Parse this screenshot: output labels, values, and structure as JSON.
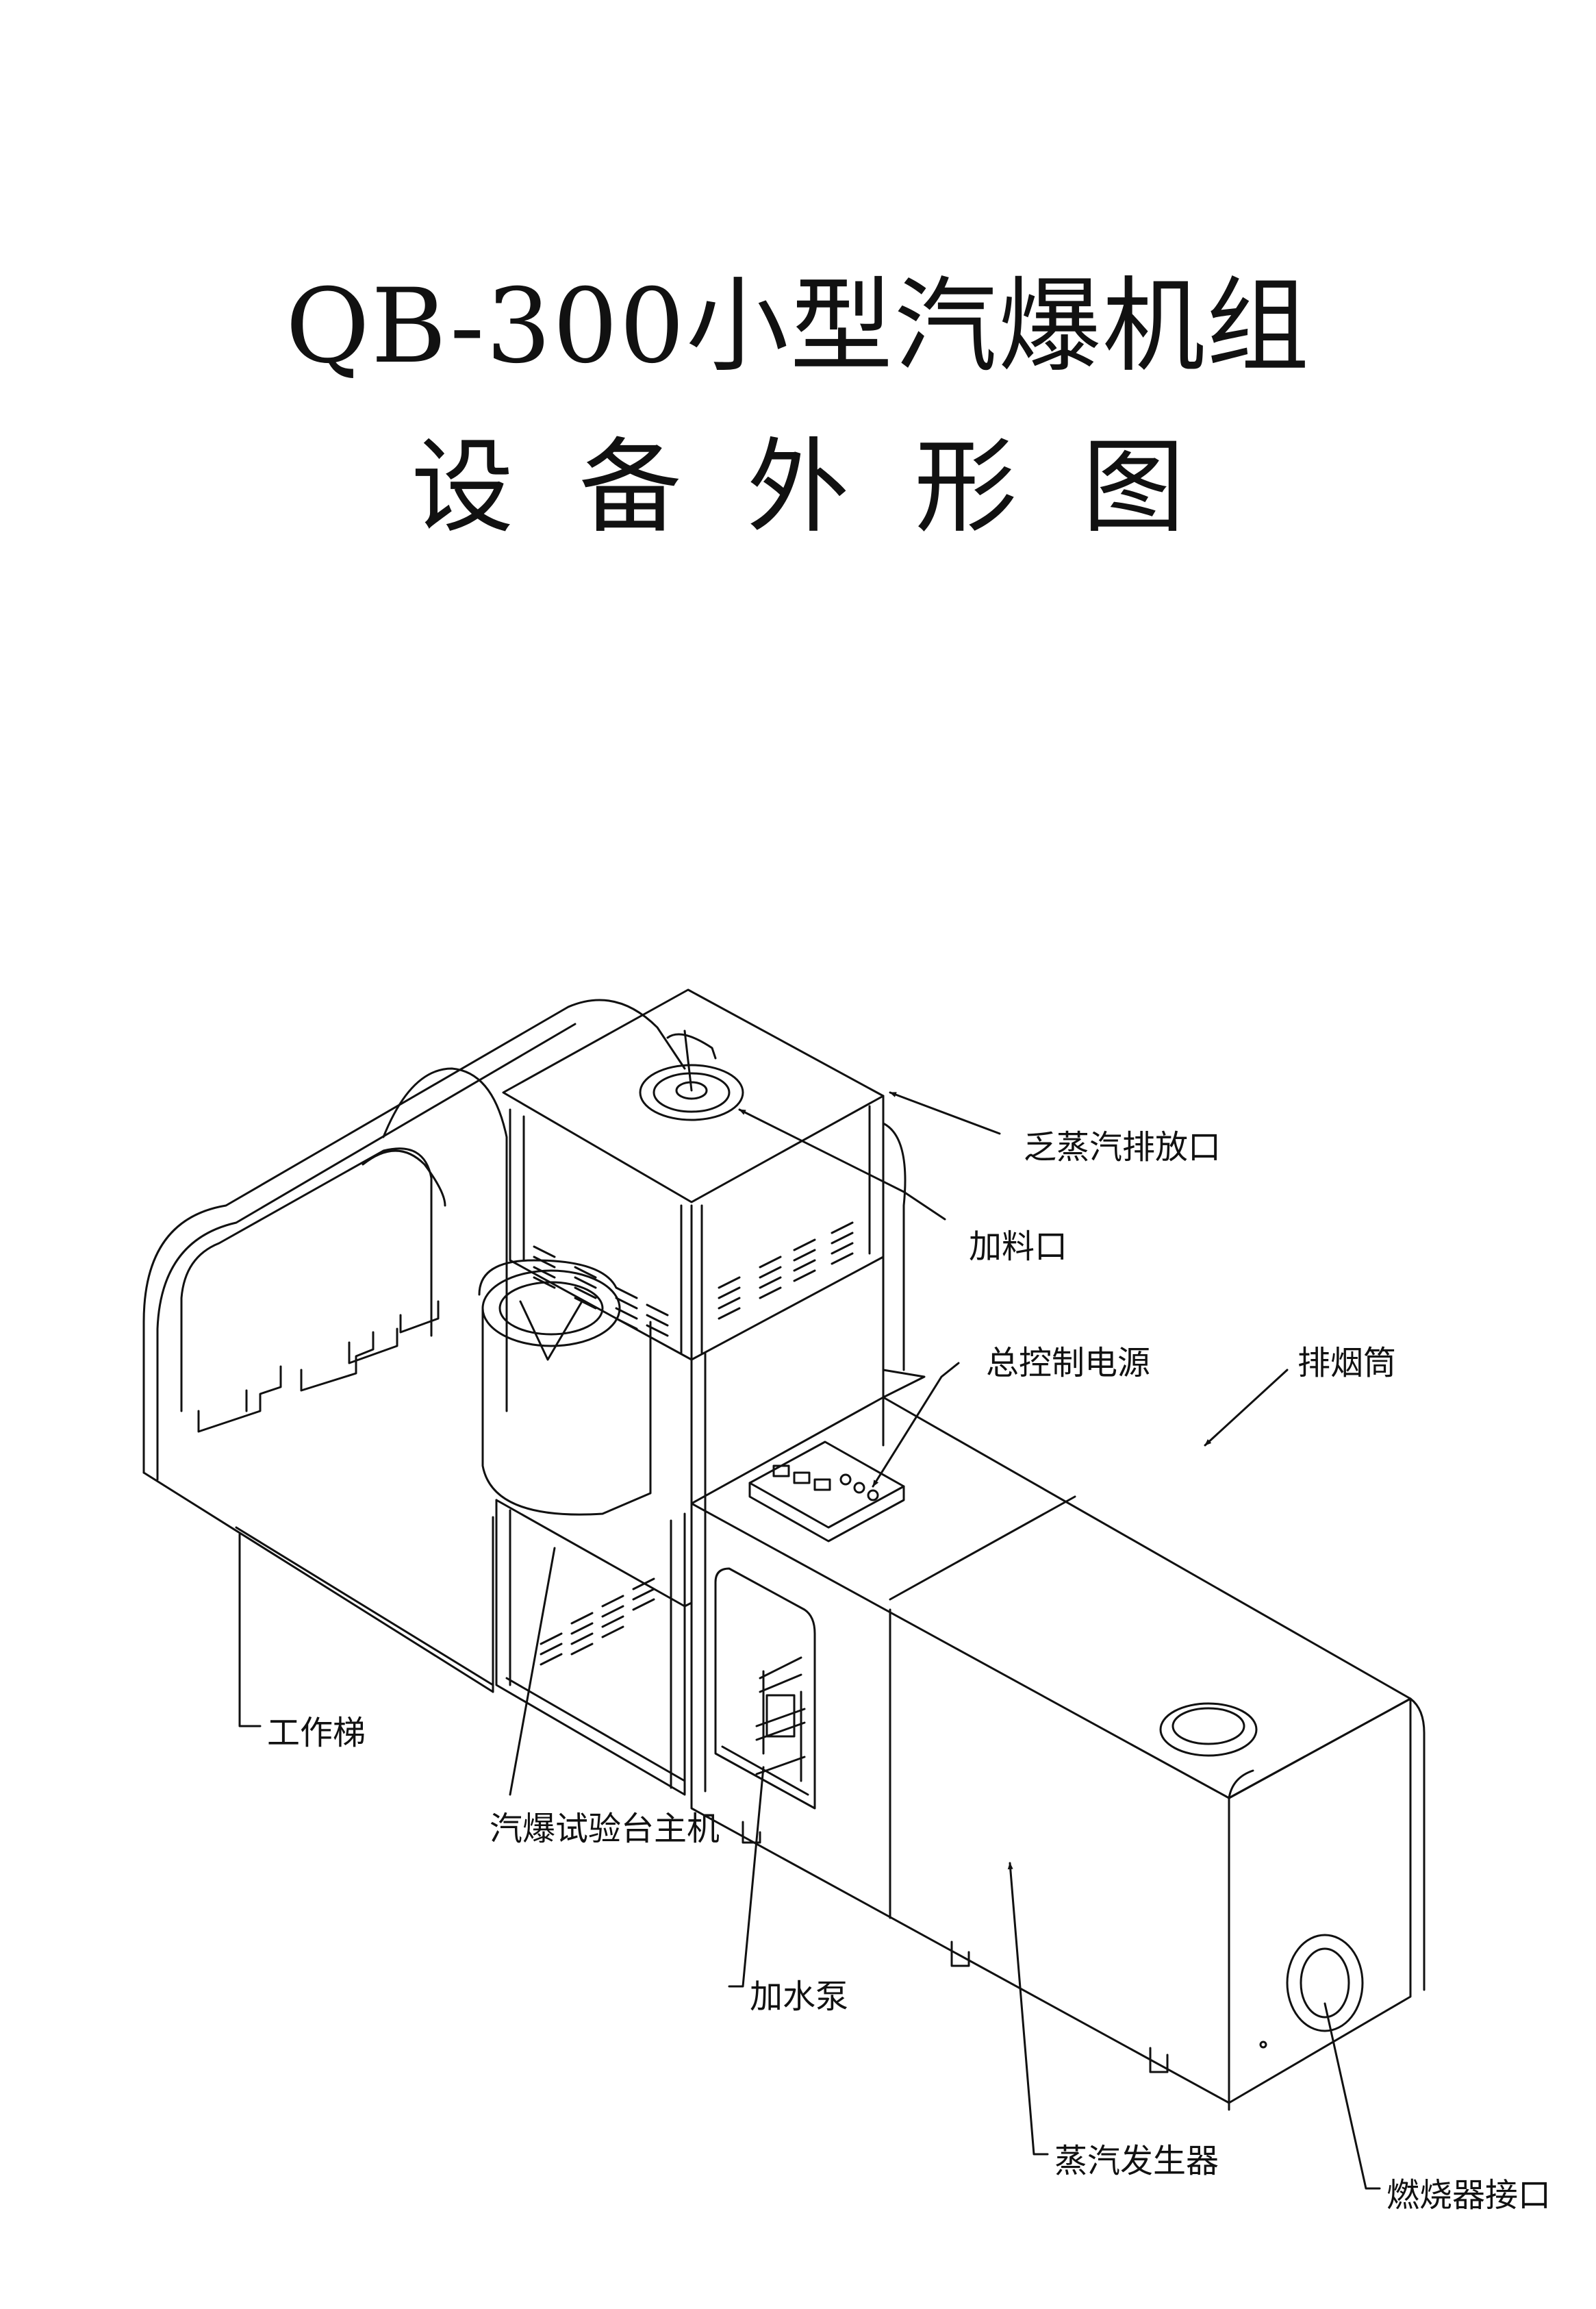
{
  "title": {
    "line1": "QB-300小型汽爆机组",
    "line2": "设备外形图"
  },
  "labels": {
    "exhaust_port": "乏蒸汽排放口",
    "feed_port": "加料口",
    "main_power": "总控制电源",
    "chimney": "排烟筒",
    "work_ladder": "工作梯",
    "test_bench_host": "汽爆试验台主机",
    "water_pump": "加水泵",
    "steam_generator": "蒸汽发生器",
    "burner_port": "燃烧器接口"
  }
}
